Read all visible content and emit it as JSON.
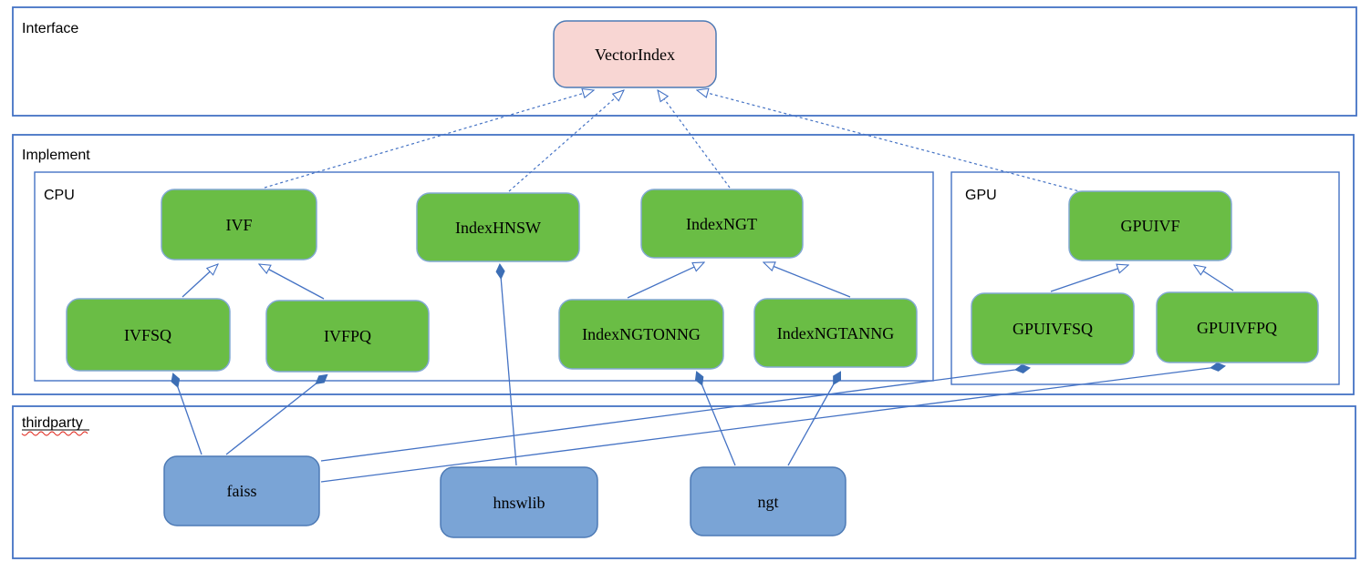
{
  "sections": {
    "interface": {
      "label": "Interface"
    },
    "implement": {
      "label": "Implement"
    },
    "cpu": {
      "label": "CPU"
    },
    "gpu": {
      "label": "GPU"
    },
    "thirdparty": {
      "label": "thirdparty"
    }
  },
  "nodes": {
    "vectorindex": {
      "label": "VectorIndex",
      "group": "interface"
    },
    "ivf": {
      "label": "IVF",
      "group": "cpu"
    },
    "indexhnsw": {
      "label": "IndexHNSW",
      "group": "cpu"
    },
    "indexngt": {
      "label": "IndexNGT",
      "group": "cpu"
    },
    "ivfsq": {
      "label": "IVFSQ",
      "group": "cpu"
    },
    "ivfpq": {
      "label": "IVFPQ",
      "group": "cpu"
    },
    "indexngtonng": {
      "label": "IndexNGTONNG",
      "group": "cpu"
    },
    "indexngtanng": {
      "label": "IndexNGTANNG",
      "group": "cpu"
    },
    "gpuivf": {
      "label": "GPUIVF",
      "group": "gpu"
    },
    "gpuivfsq": {
      "label": "GPUIVFSQ",
      "group": "gpu"
    },
    "gpuivfpq": {
      "label": "GPUIVFPQ",
      "group": "gpu"
    },
    "faiss": {
      "label": "faiss",
      "group": "thirdparty"
    },
    "hnswlib": {
      "label": "hnswlib",
      "group": "thirdparty"
    },
    "ngt": {
      "label": "ngt",
      "group": "thirdparty"
    }
  },
  "edges": [
    {
      "from": "ivf",
      "to": "vectorindex",
      "type": "realization-dashed-hollow-triangle"
    },
    {
      "from": "indexhnsw",
      "to": "vectorindex",
      "type": "realization-dashed-hollow-triangle"
    },
    {
      "from": "indexngt",
      "to": "vectorindex",
      "type": "realization-dashed-hollow-triangle"
    },
    {
      "from": "gpuivf",
      "to": "vectorindex",
      "type": "realization-dashed-hollow-triangle"
    },
    {
      "from": "ivfsq",
      "to": "ivf",
      "type": "inheritance-hollow-triangle"
    },
    {
      "from": "ivfpq",
      "to": "ivf",
      "type": "inheritance-hollow-triangle"
    },
    {
      "from": "indexngtonng",
      "to": "indexngt",
      "type": "inheritance-hollow-triangle"
    },
    {
      "from": "indexngtanng",
      "to": "indexngt",
      "type": "inheritance-hollow-triangle"
    },
    {
      "from": "gpuivfsq",
      "to": "gpuivf",
      "type": "inheritance-hollow-triangle"
    },
    {
      "from": "gpuivfpq",
      "to": "gpuivf",
      "type": "inheritance-hollow-triangle"
    },
    {
      "from": "faiss",
      "to": "ivfsq",
      "type": "composition-filled-diamond"
    },
    {
      "from": "faiss",
      "to": "ivfpq",
      "type": "composition-filled-diamond"
    },
    {
      "from": "faiss",
      "to": "gpuivfsq",
      "type": "composition-filled-diamond"
    },
    {
      "from": "faiss",
      "to": "gpuivfpq",
      "type": "composition-filled-diamond"
    },
    {
      "from": "hnswlib",
      "to": "indexhnsw",
      "type": "composition-filled-diamond"
    },
    {
      "from": "ngt",
      "to": "indexngtonng",
      "type": "composition-filled-diamond"
    },
    {
      "from": "ngt",
      "to": "indexngtanng",
      "type": "composition-filled-diamond"
    }
  ],
  "colors": {
    "node_green": "#6abd45",
    "node_pink": "#f8d6d3",
    "node_blue": "#7aa4d6",
    "line_blue": "#4472c4",
    "diamond_fill": "#3c6eb5",
    "spellcheck_red": "#e0261b"
  }
}
